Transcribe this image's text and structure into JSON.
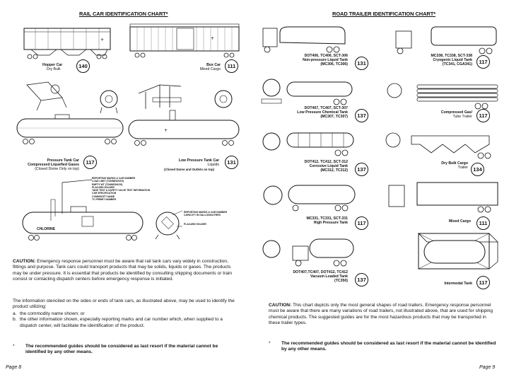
{
  "left": {
    "title": "RAIL CAR IDENTIFICATION CHART*",
    "cars": [
      {
        "name": "Hopper Car",
        "sub": "Dry Bulk",
        "guide": "140"
      },
      {
        "name": "Box Car",
        "sub": "Mixed Cargo",
        "guide": "111"
      },
      {
        "name": "Pressure Tank Car",
        "sub": "Compressed Liquefied Gases",
        "note": "(Closed Dome Only on top)",
        "guide": "117"
      },
      {
        "name": "Low Pressure Tank Car",
        "sub": "Liquids",
        "note": "(Closed Dome and Outlets on top)",
        "guide": "131"
      }
    ],
    "callouts": [
      "REPORTING MARKS & CAR NUMBER",
      "LOAD LIMIT (TONNES/KGS)",
      "EMPTY WT (TONNES/KGS)",
      "PLACARD HOLDER",
      "TANK TEST & SAFETY VALVE TEST INFORMATION",
      "CAR SPECIFICATION",
      "COMMODITY NAME",
      "TC PERMIT NUMBER"
    ],
    "callouts_right": [
      "REPORTING MARKS & CAR NUMBER",
      "CAPACITY IN GALLONS/LITRES",
      "PLACARD HOLDER"
    ],
    "tank_marking": "CHLORINE",
    "caution_label": "CAUTION:",
    "caution": "Emergency response personnel must be aware that rail tank cars vary widely in construction, fittings and purpose. Tank cars could transport products that may be solids, liquids or gases. The products may be under pressure. It is essential that products be identified by consulting shipping documents or train consist or contacting dispatch centers before emergency response is initiated.",
    "info_intro": "The information stenciled on the sides or ends of tank cars, as illustrated above, may be used to identify the product utilizing:",
    "items": [
      {
        "k": "a.",
        "t": "the commodity name shown; or"
      },
      {
        "k": "b.",
        "t": "the other information shown, especially reporting marks and car number which, when supplied to a dispatch center, will facilitate the identification of the product."
      }
    ],
    "star_k": "*",
    "star_note": "The recommended guides should be considered as last resort if the material cannot be identified by any other means.",
    "page": "Page 8"
  },
  "right": {
    "title": "ROAD TRAILER IDENTIFICATION CHART*",
    "trailers": [
      {
        "name": "DOT406, TC406, SCT-306",
        "sub": "Non-pressure Liquid Tank",
        "note": "(MC306, TC306)",
        "guide": "131"
      },
      {
        "name": "MC338, TC338, SCT-338",
        "sub": "Cryogenic Liquid Tank",
        "note": "(TC341, CGA341)",
        "guide": "117"
      },
      {
        "name": "DOT407, TC407, SCT-307",
        "sub": "Low Pressure Chemical Tank",
        "note": "(MC307, TC307)",
        "guide": "137"
      },
      {
        "name": "Compressed Gas/",
        "sub": "Tube Trailer",
        "note": "",
        "guide": "117"
      },
      {
        "name": "DOT412, TC412, SCT-312",
        "sub": "Corrosive Liquid Tank",
        "note": "(MC312, TC312)",
        "guide": "137"
      },
      {
        "name": "Dry Bulk Cargo",
        "sub": "Trailer",
        "note": "",
        "guide": "134"
      },
      {
        "name": "MC331, TC331, SCT-331",
        "sub": "High Pressure Tank",
        "note": "",
        "guide": "117"
      },
      {
        "name": "Mixed Cargo",
        "sub": "",
        "note": "",
        "guide": "111"
      },
      {
        "name": "DOT407,TC407, DOT412, TC412",
        "sub": "Vacuum Loaded Tank",
        "note": "(TC350)",
        "guide": "137"
      },
      {
        "name": "Intermodal Tank",
        "sub": "",
        "note": "",
        "guide": "117"
      }
    ],
    "caution_label": "CAUTION:",
    "caution": "This chart depicts only the most general shapes of road trailers. Emergency response personnel must be aware that there are many variations of road trailers, not illustrated above, that are used for shipping chemical products. The suggested guides are for the most hazardous products that may be transported in these trailer types.",
    "star_k": "*",
    "star_note": "The recommended guides should be considered as last resort if the material cannot be identified by any other means.",
    "page": "Page 9"
  }
}
